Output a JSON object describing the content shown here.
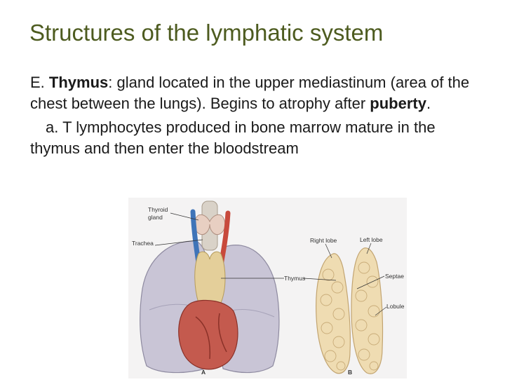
{
  "slide": {
    "title": "Structures of the lymphatic system",
    "paragraph1": {
      "prefix": "E. ",
      "term": "Thymus",
      "text1": ": gland located in the upper mediastinum (area of the chest between the lungs). Begins to atrophy after ",
      "emphasis": "puberty",
      "text2": "."
    },
    "paragraph2": "a. T lymphocytes produced in bone marrow mature in the thymus and then enter the bloodstream"
  },
  "figure": {
    "labels": {
      "thyroid_line1": "Thyroid",
      "thyroid_line2": "gland",
      "trachea": "Trachea",
      "thymus": "Thymus",
      "right_lobe": "Right lobe",
      "left_lobe": "Left lobe",
      "septae": "Septae",
      "lobule": "Lobule",
      "panel_a": "A",
      "panel_b": "B"
    }
  }
}
